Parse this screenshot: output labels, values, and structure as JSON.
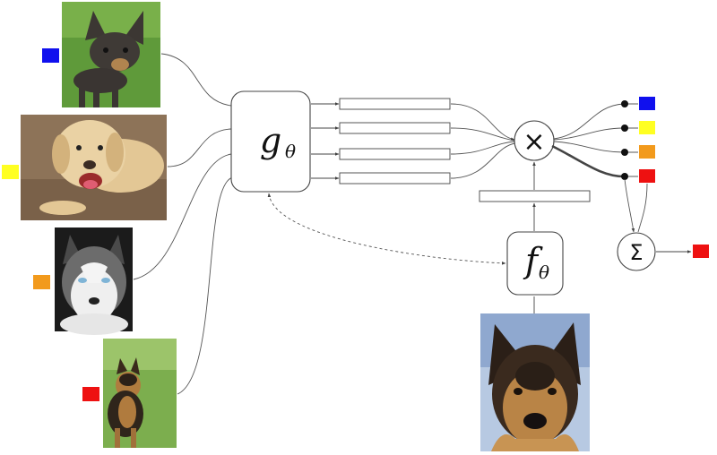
{
  "colors": {
    "blue": "#1010ee",
    "yellow": "#ffff22",
    "orange": "#f29a1c",
    "red": "#ee1111",
    "line": "#555555",
    "box_stroke": "#444444"
  },
  "support_set": [
    {
      "name": "chihuahua",
      "class_color": "blue"
    },
    {
      "name": "labrador",
      "class_color": "yellow"
    },
    {
      "name": "husky",
      "class_color": "orange"
    },
    {
      "name": "german-shepherd",
      "class_color": "red"
    }
  ],
  "embedding_network": {
    "symbol": "g",
    "subscript": "θ"
  },
  "query_network": {
    "symbol": "f",
    "subscript": "θ"
  },
  "product_operator": "×",
  "sum_operator": "Σ",
  "output_classes": [
    "blue",
    "yellow",
    "orange",
    "red"
  ],
  "prediction": "red",
  "weight_sharing": "dashed"
}
